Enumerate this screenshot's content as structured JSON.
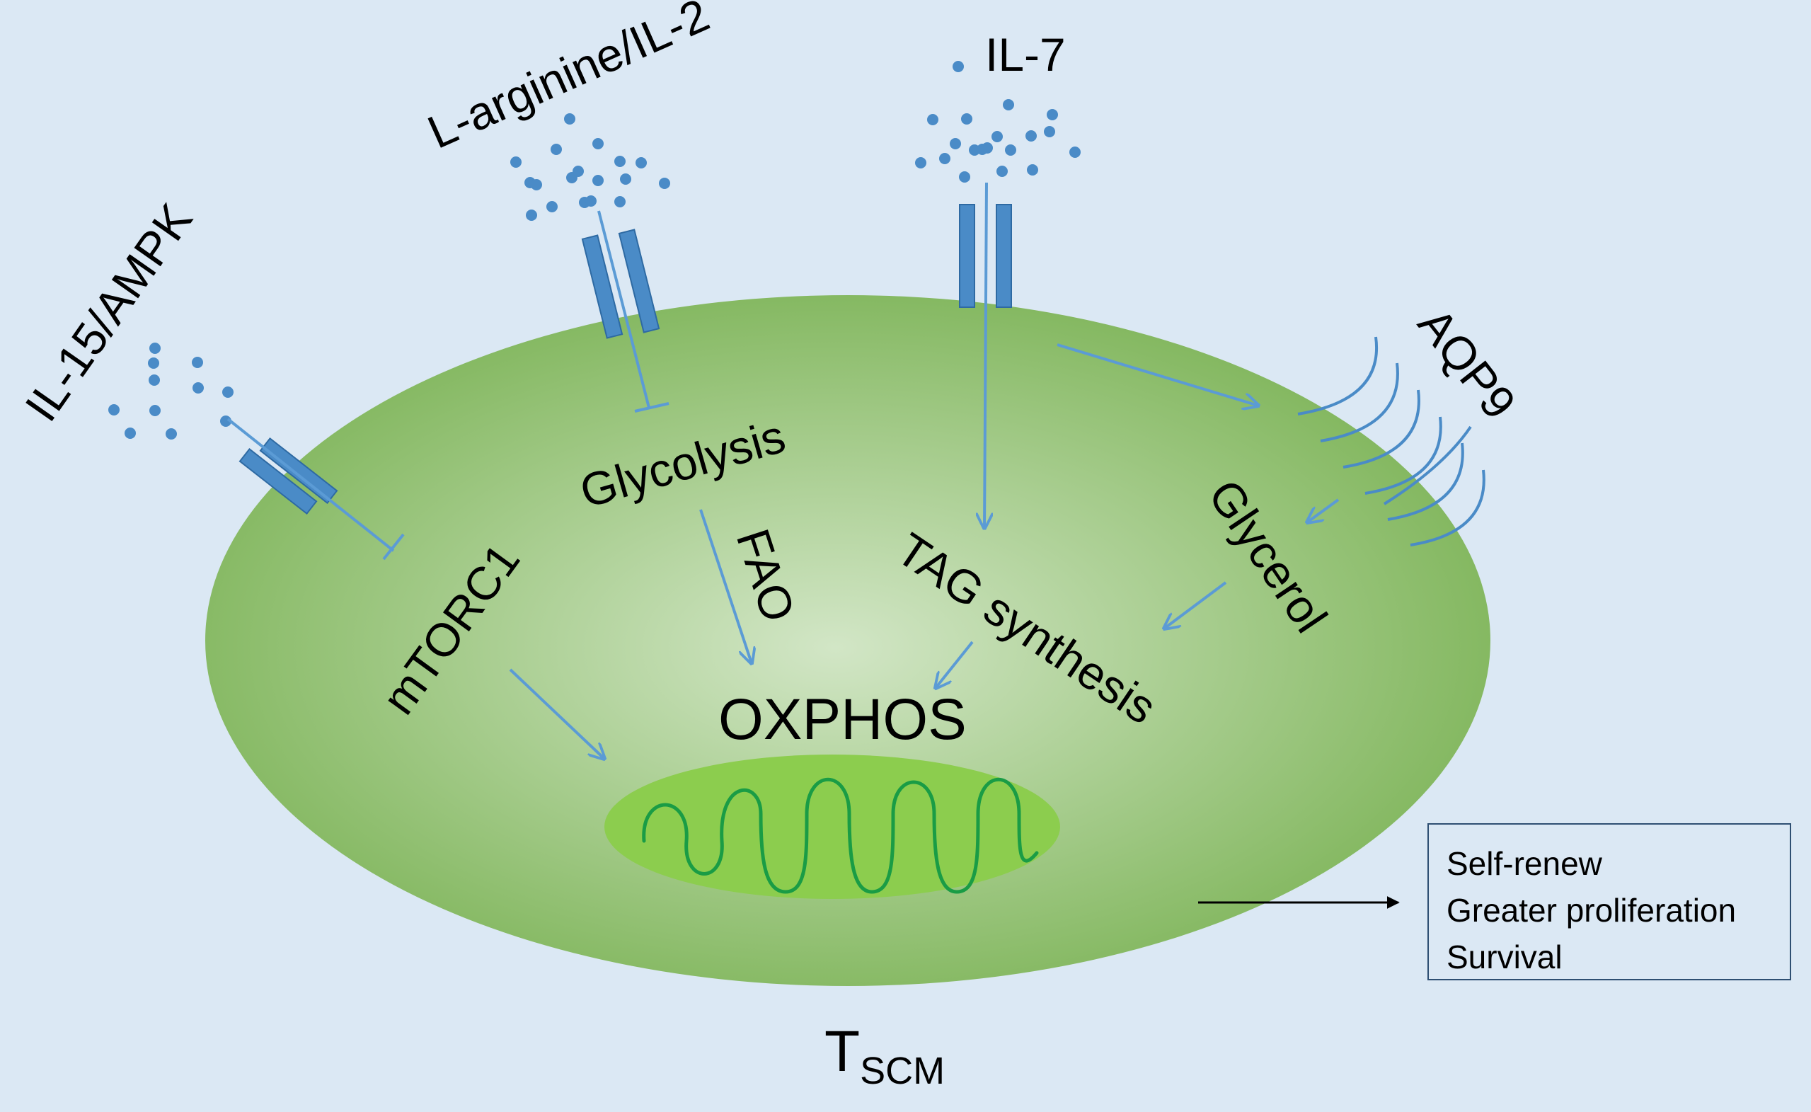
{
  "signals": {
    "il15_ampk": "IL-15/AMPK",
    "larg_il2": "L-arginine/IL-2",
    "il7": "IL-7",
    "aqp9": "AQP9"
  },
  "processes": {
    "glycolysis": "Glycolysis",
    "fao": "FAO",
    "mtorc1": "mTORC1",
    "tag": "TAG synthesis",
    "glycerol": "Glycerol",
    "oxphos": "OXPHOS"
  },
  "cell": {
    "name_main": "T",
    "name_sub": "SCM"
  },
  "outcomes": [
    "Self-renew",
    "Greater proliferation",
    "Survival"
  ],
  "colors": {
    "background": "#dbe8f4",
    "cell_edge": "#7fb55a",
    "cell_center": "#d2e6c6",
    "mito_fill": "#8ccd4e",
    "mito_line": "#1a9c45",
    "receptor": "#4a8bc7",
    "arrow": "#5b9bd5"
  }
}
